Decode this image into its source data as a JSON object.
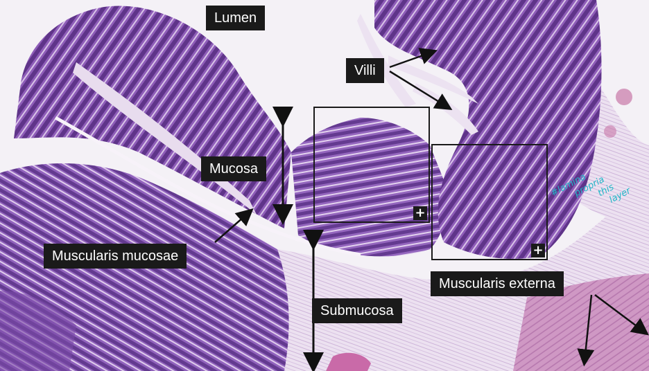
{
  "labels": {
    "lumen": "Lumen",
    "villi": "Villi",
    "mucosa": "Mucosa",
    "muscularis_mucosae": "Muscularis mucosae",
    "submucosa": "Submucosa",
    "muscularis_externa": "Muscularis externa"
  },
  "zoom_button": "+",
  "handwritten_note": [
    "#lamina",
    "propria",
    "this",
    "layer"
  ],
  "colors": {
    "background": "#f4f1f6",
    "tissue_dark": "#6a3f96",
    "tissue_mid": "#9b6fc0",
    "tissue_light": "#d8c3e6",
    "muscle_pink": "#c98ab8",
    "label_bg": "#1a1a1a",
    "note": "#22b8c8"
  }
}
